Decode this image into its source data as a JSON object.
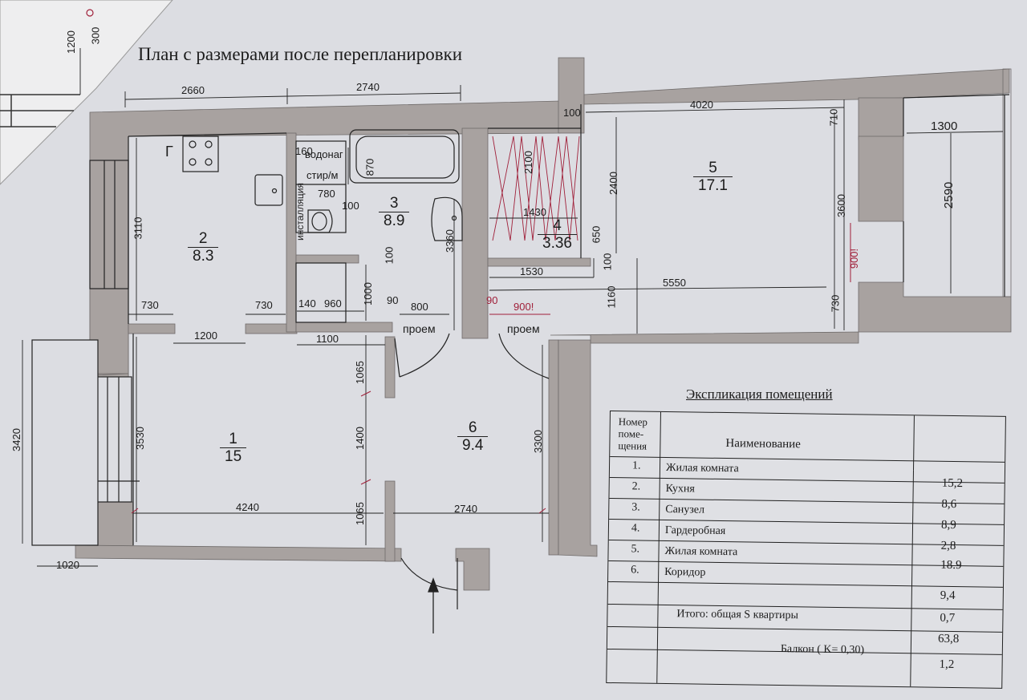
{
  "title": "План с размерами после перепланировки",
  "rooms": [
    {
      "id": "1",
      "area": "15"
    },
    {
      "id": "2",
      "area": "8.3"
    },
    {
      "id": "3",
      "area": "8.9"
    },
    {
      "id": "4",
      "area": "3.36"
    },
    {
      "id": "5",
      "area": "17.1"
    },
    {
      "id": "6",
      "area": "9.4"
    }
  ],
  "labels": {
    "gas": "Г",
    "heater_1": "водонаг",
    "heater_2": "стир/м",
    "installation": "инсталляция",
    "opening": "проем"
  },
  "dims": {
    "d2660": "2660",
    "d2740a": "2740",
    "d4020": "4020",
    "d1300": "1300",
    "d100a": "100",
    "d710": "710",
    "d160": "160",
    "d870": "870",
    "d780": "780",
    "d100b": "100",
    "d2100": "2100",
    "d2400": "2400",
    "d3600": "3600",
    "d2590": "2590",
    "d3110": "3110",
    "d1430": "1430",
    "d650": "650",
    "d3360": "3360",
    "d100c": "100",
    "d100d": "100",
    "d900r1": "900!",
    "d1530": "1530",
    "d1000": "1000",
    "d5550": "5550",
    "d1160": "1160",
    "d730a": "730",
    "d730b": "730",
    "d140": "140",
    "d960": "960",
    "d90a": "90",
    "d800": "800",
    "d90r": "90",
    "d900r2": "900!",
    "d730c": "730",
    "d1200": "1200",
    "d1100": "1100",
    "d1065a": "1065",
    "d3420": "3420",
    "d3530": "3530",
    "d1400": "1400",
    "d3300": "3300",
    "d4240": "4240",
    "d1065b": "1065",
    "d2740b": "2740",
    "d1020": "1020",
    "d1200c": "1200",
    "d300c": "300"
  },
  "explication": {
    "title": "Экспликация помещений",
    "header_num": [
      "Номер",
      "поме-",
      "щения"
    ],
    "header_name": "Наименование",
    "names": [
      {
        "num": "1.",
        "name": "Жилая комната"
      },
      {
        "num": "2.",
        "name": "Кухня"
      },
      {
        "num": "3.",
        "name": "Санузел"
      },
      {
        "num": "4.",
        "name": "Гардеробная"
      },
      {
        "num": "5.",
        "name": "Жилая комната"
      },
      {
        "num": "6.",
        "name": "Коридор"
      }
    ],
    "values": [
      "15,2",
      "8,6",
      "8,9",
      "2,8",
      "18.9",
      "9,4",
      "0,7",
      "63,8",
      "1,2"
    ],
    "total_label": "Итого: общая S квартиры",
    "balcony_label": "Балкон ( K= 0,30)"
  },
  "colors": {
    "paper": "#dcdde2",
    "wall": "#a8a2a0",
    "line": "#222222",
    "red_mark": "#a0203a"
  }
}
